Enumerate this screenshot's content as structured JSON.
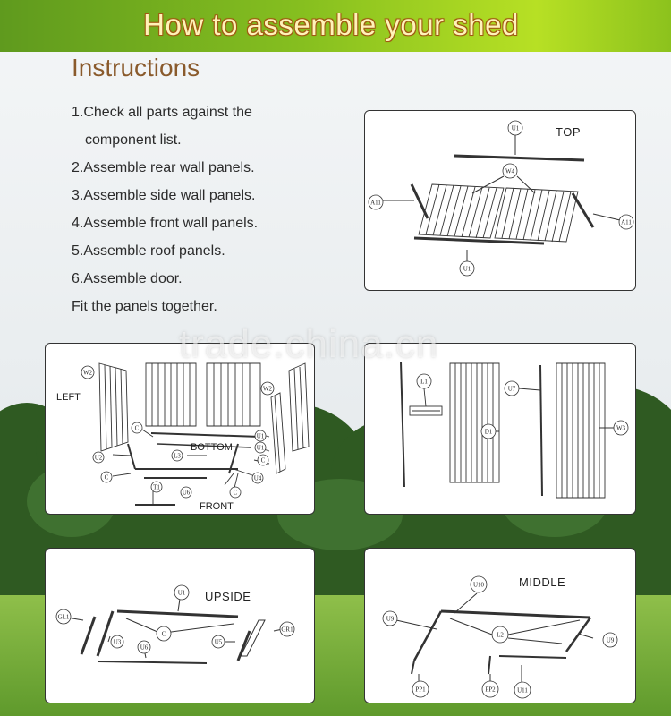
{
  "banner": {
    "title": "How to assemble your shed"
  },
  "instructions": {
    "heading": "Instructions",
    "steps": [
      "1.Check all parts against the",
      "component list.",
      "2.Assemble rear wall panels.",
      "3.Assemble side wall panels.",
      "4.Assemble front wall panels.",
      "5.Assemble roof panels.",
      "6.Assemble door.",
      "Fit the panels together."
    ]
  },
  "watermark": "trade.china.cn",
  "diagrams": {
    "top": {
      "title": "TOP",
      "parts": [
        "U1",
        "W4",
        "A11",
        "A11",
        "U1"
      ]
    },
    "walls": {
      "labels": [
        "LEFT",
        "BOTTOM",
        "FRONT"
      ],
      "parts": [
        "W2",
        "W2",
        "U1",
        "U1",
        "C",
        "C",
        "C",
        "C",
        "U2",
        "L3",
        "U4",
        "T1",
        "U6"
      ]
    },
    "door": {
      "parts": [
        "L1",
        "U7",
        "D1",
        "W3"
      ]
    },
    "upside": {
      "title": "UPSIDE",
      "parts": [
        "U1",
        "GL1",
        "U3",
        "C",
        "U6",
        "U5",
        "GR1"
      ]
    },
    "middle": {
      "title": "MIDDLE",
      "parts": [
        "U10",
        "U9",
        "L2",
        "U9",
        "PP1",
        "PP2",
        "U11"
      ]
    }
  }
}
